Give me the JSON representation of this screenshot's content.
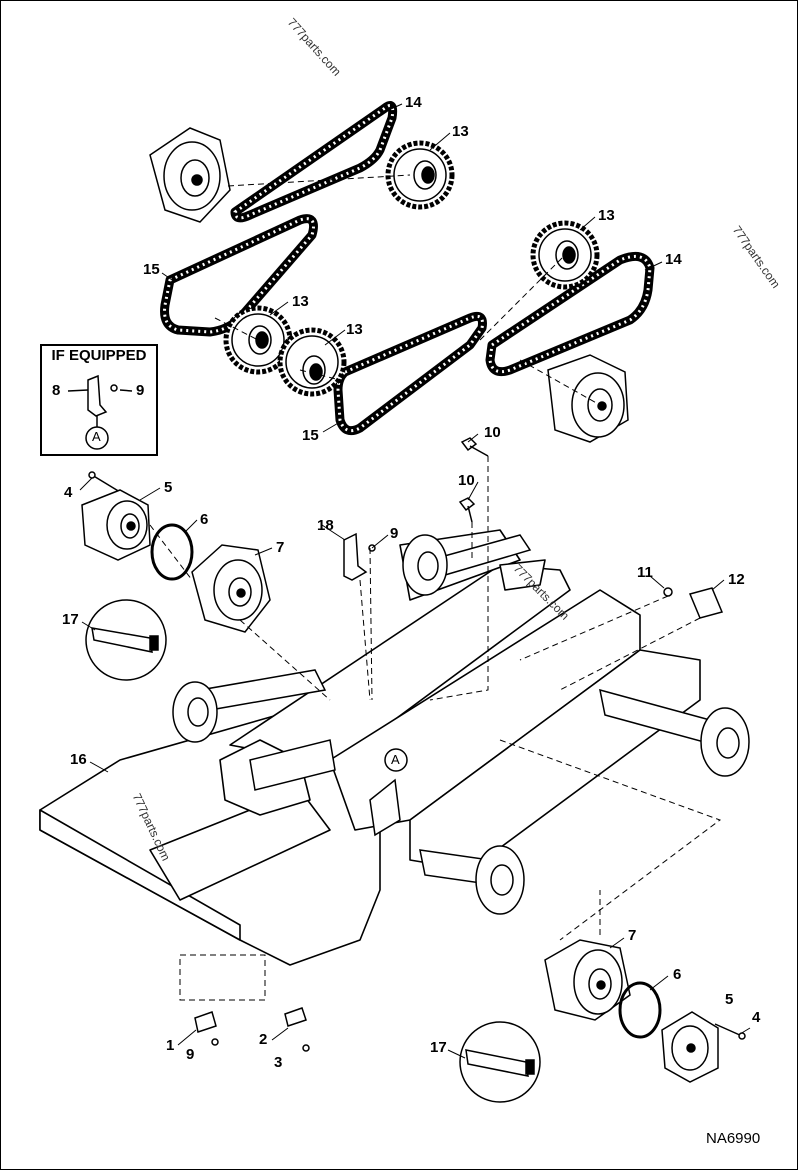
{
  "figure_code": "NA6990",
  "inset": {
    "title": "IF EQUIPPED",
    "detail_marker": "A",
    "callouts": [
      "8",
      "9"
    ]
  },
  "detail_marker_main": "A",
  "watermark": "777parts.com",
  "callouts": [
    {
      "id": "c14a",
      "label": "14"
    },
    {
      "id": "c13a",
      "label": "13"
    },
    {
      "id": "c13b",
      "label": "13"
    },
    {
      "id": "c14b",
      "label": "14"
    },
    {
      "id": "c15a",
      "label": "15"
    },
    {
      "id": "c13c",
      "label": "13"
    },
    {
      "id": "c13d",
      "label": "13"
    },
    {
      "id": "c15b",
      "label": "15"
    },
    {
      "id": "c10a",
      "label": "10"
    },
    {
      "id": "c10b",
      "label": "10"
    },
    {
      "id": "c4a",
      "label": "4"
    },
    {
      "id": "c5a",
      "label": "5"
    },
    {
      "id": "c6a",
      "label": "6"
    },
    {
      "id": "c7a",
      "label": "7"
    },
    {
      "id": "c18",
      "label": "18"
    },
    {
      "id": "c9a",
      "label": "9"
    },
    {
      "id": "c11",
      "label": "11"
    },
    {
      "id": "c12",
      "label": "12"
    },
    {
      "id": "c17a",
      "label": "17"
    },
    {
      "id": "c16",
      "label": "16"
    },
    {
      "id": "c7b",
      "label": "7"
    },
    {
      "id": "c6b",
      "label": "6"
    },
    {
      "id": "c5b",
      "label": "5"
    },
    {
      "id": "c4b",
      "label": "4"
    },
    {
      "id": "c17b",
      "label": "17"
    },
    {
      "id": "c1",
      "label": "1"
    },
    {
      "id": "c9b",
      "label": "9"
    },
    {
      "id": "c2",
      "label": "2"
    },
    {
      "id": "c3",
      "label": "3"
    }
  ]
}
